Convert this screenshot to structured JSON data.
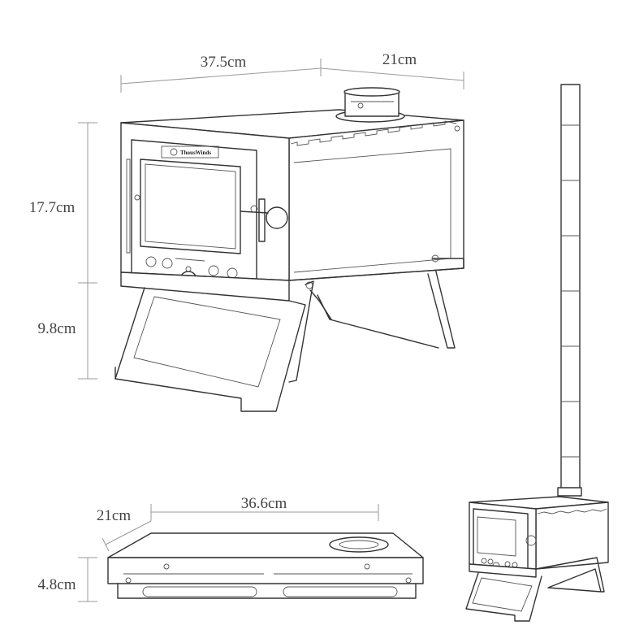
{
  "dimensions": {
    "stove_width": "37.5cm",
    "stove_depth": "21cm",
    "body_height": "17.7cm",
    "leg_height": "9.8cm",
    "folded_depth": "21cm",
    "folded_width": "36.6cm",
    "folded_height": "4.8cm"
  },
  "brand": {
    "name": "ThousWinds"
  },
  "colors": {
    "line": "#333333",
    "dimension_line": "#9a9a9a",
    "label": "#444444",
    "background": "#ffffff"
  }
}
